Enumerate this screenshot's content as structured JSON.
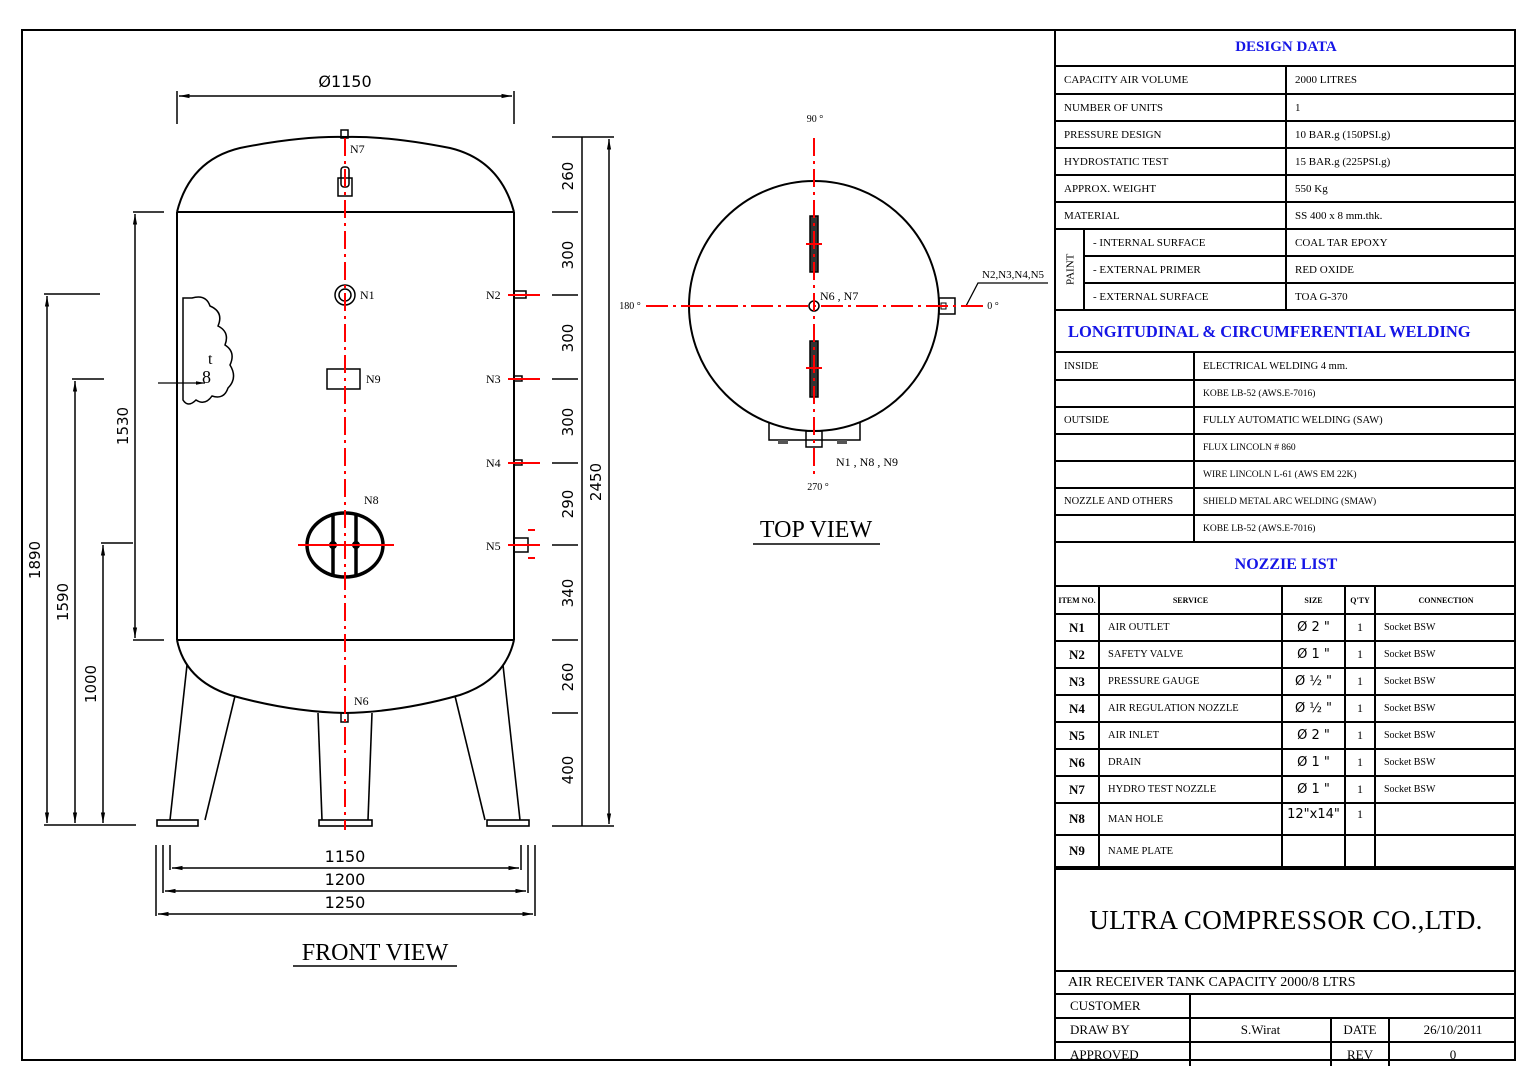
{
  "design_data": {
    "title": "DESIGN DATA",
    "rows": [
      {
        "label": "CAPACITY  AIR  VOLUME",
        "value": "2000  LITRES"
      },
      {
        "label": "NUMBER OF UNITS",
        "value": "1"
      },
      {
        "label": "PRESSURE  DESIGN",
        "value": "10   BAR.g   (150PSI.g)"
      },
      {
        "label": "HYDROSTATIC  TEST",
        "value": "15   BAR.g   (225PSI.g)"
      },
      {
        "label": "APPROX. WEIGHT",
        "value": "550  Kg"
      },
      {
        "label": "MATERIAL",
        "value": "SS 400 x 8  mm.thk."
      }
    ],
    "paint": {
      "label": "PAINT",
      "rows": [
        {
          "label": "- INTERNAL  SURFACE",
          "value": "COAL TAR EPOXY"
        },
        {
          "label": "- EXTERNAL  PRIMER",
          "value": "RED  OXIDE"
        },
        {
          "label": "- EXTERNAL  SURFACE",
          "value": "TOA G-370"
        }
      ]
    }
  },
  "welding": {
    "title": "LONGITUDINAL & CIRCUMFERENTIAL WELDING",
    "rows": [
      {
        "label": "INSIDE",
        "value": "ELECTRICAL WELDING 4 mm."
      },
      {
        "label": "",
        "value": "KOBE LB-52 (AWS.E-7016)"
      },
      {
        "label": "OUTSIDE",
        "value": "FULLY AUTOMATIC WELDING (SAW)"
      },
      {
        "label": "",
        "value": "FLUX LINCOLN # 860"
      },
      {
        "label": "",
        "value": "WIRE LINCOLN L-61 (AWS EM 22K)"
      },
      {
        "label": "NOZZLE AND OTHERS",
        "value": "SHIELD METAL ARC WELDING (SMAW)"
      },
      {
        "label": "",
        "value": "KOBE LB-52 (AWS.E-7016)"
      }
    ]
  },
  "nozzle_list": {
    "title": "NOZZIE  LIST",
    "headers": {
      "item": "ITEM NO.",
      "service": "SERVICE",
      "size": "SIZE",
      "qty": "Q'TY",
      "connection": "CONNECTION"
    },
    "rows": [
      {
        "item": "N1",
        "service": "AIR OUTLET",
        "size": "Ø 2 \"",
        "qty": "1",
        "connection": "Socket  BSW"
      },
      {
        "item": "N2",
        "service": "SAFETY  VALVE",
        "size": "Ø 1 \"",
        "qty": "1",
        "connection": "Socket  BSW"
      },
      {
        "item": "N3",
        "service": "PRESSURE  GAUGE",
        "size": "Ø ½ \"",
        "qty": "1",
        "connection": "Socket  BSW"
      },
      {
        "item": "N4",
        "service": "AIR  REGULATION NOZZLE",
        "size": "Ø ½ \"",
        "qty": "1",
        "connection": "Socket  BSW"
      },
      {
        "item": "N5",
        "service": "AIR INLET",
        "size": "Ø 2 \"",
        "qty": "1",
        "connection": "Socket  BSW"
      },
      {
        "item": "N6",
        "service": "DRAIN",
        "size": "Ø 1 \"",
        "qty": "1",
        "connection": "Socket  BSW"
      },
      {
        "item": "N7",
        "service": "HYDRO TEST NOZZLE",
        "size": "Ø 1 \"",
        "qty": "1",
        "connection": "Socket  BSW"
      },
      {
        "item": "N8",
        "service": "MAN  HOLE",
        "size": "12\"x14\"",
        "qty": "1",
        "connection": ""
      },
      {
        "item": "N9",
        "service": "NAME  PLATE",
        "size": "",
        "qty": "",
        "connection": ""
      }
    ]
  },
  "title_block": {
    "company": "ULTRA COMPRESSOR CO.,LTD.",
    "drawing_title": "AIR RECEIVER TANK CAPACITY 2000/8  LTRS",
    "customer_label": "CUSTOMER",
    "customer_value": "",
    "draw_by_label": "DRAW BY",
    "draw_by_value": "S.Wirat",
    "date_label": "DATE",
    "date_value": "26/10/2011",
    "approved_label": "APPROVED",
    "approved_value": "",
    "rev_label": "REV",
    "rev_value": "0"
  },
  "front_view": {
    "title": "FRONT VIEW",
    "diameter_label": "Ø1150",
    "nozzle_labels": {
      "n1": "N1",
      "n2": "N2",
      "n3": "N3",
      "n4": "N4",
      "n5": "N5",
      "n6": "N6",
      "n7": "N7",
      "n8": "N8",
      "n9": "N9"
    },
    "thickness_label": "8",
    "thickness_sup": "t",
    "right_dims": [
      "260",
      "300",
      "300",
      "300",
      "290",
      "340",
      "260",
      "400"
    ],
    "overall_height": "2450",
    "left_dims": {
      "shell": "1530",
      "n2_height": "1890",
      "n3_height": "1590",
      "n5_height": "1000"
    },
    "bottom_dims": [
      "1150",
      "1200",
      "1250"
    ]
  },
  "top_view": {
    "title": "TOP VIEW",
    "angles": {
      "top": "90 °",
      "left": "180 °",
      "right": "0 °",
      "bottom": "270 °"
    },
    "labels": {
      "center": "N6 , N7",
      "side": "N2,N3,N4,N5",
      "bottom": "N1 , N8 , N9"
    }
  },
  "colors": {
    "line": "#000000",
    "centerline": "#ff0000",
    "heading": "#1515e6"
  }
}
